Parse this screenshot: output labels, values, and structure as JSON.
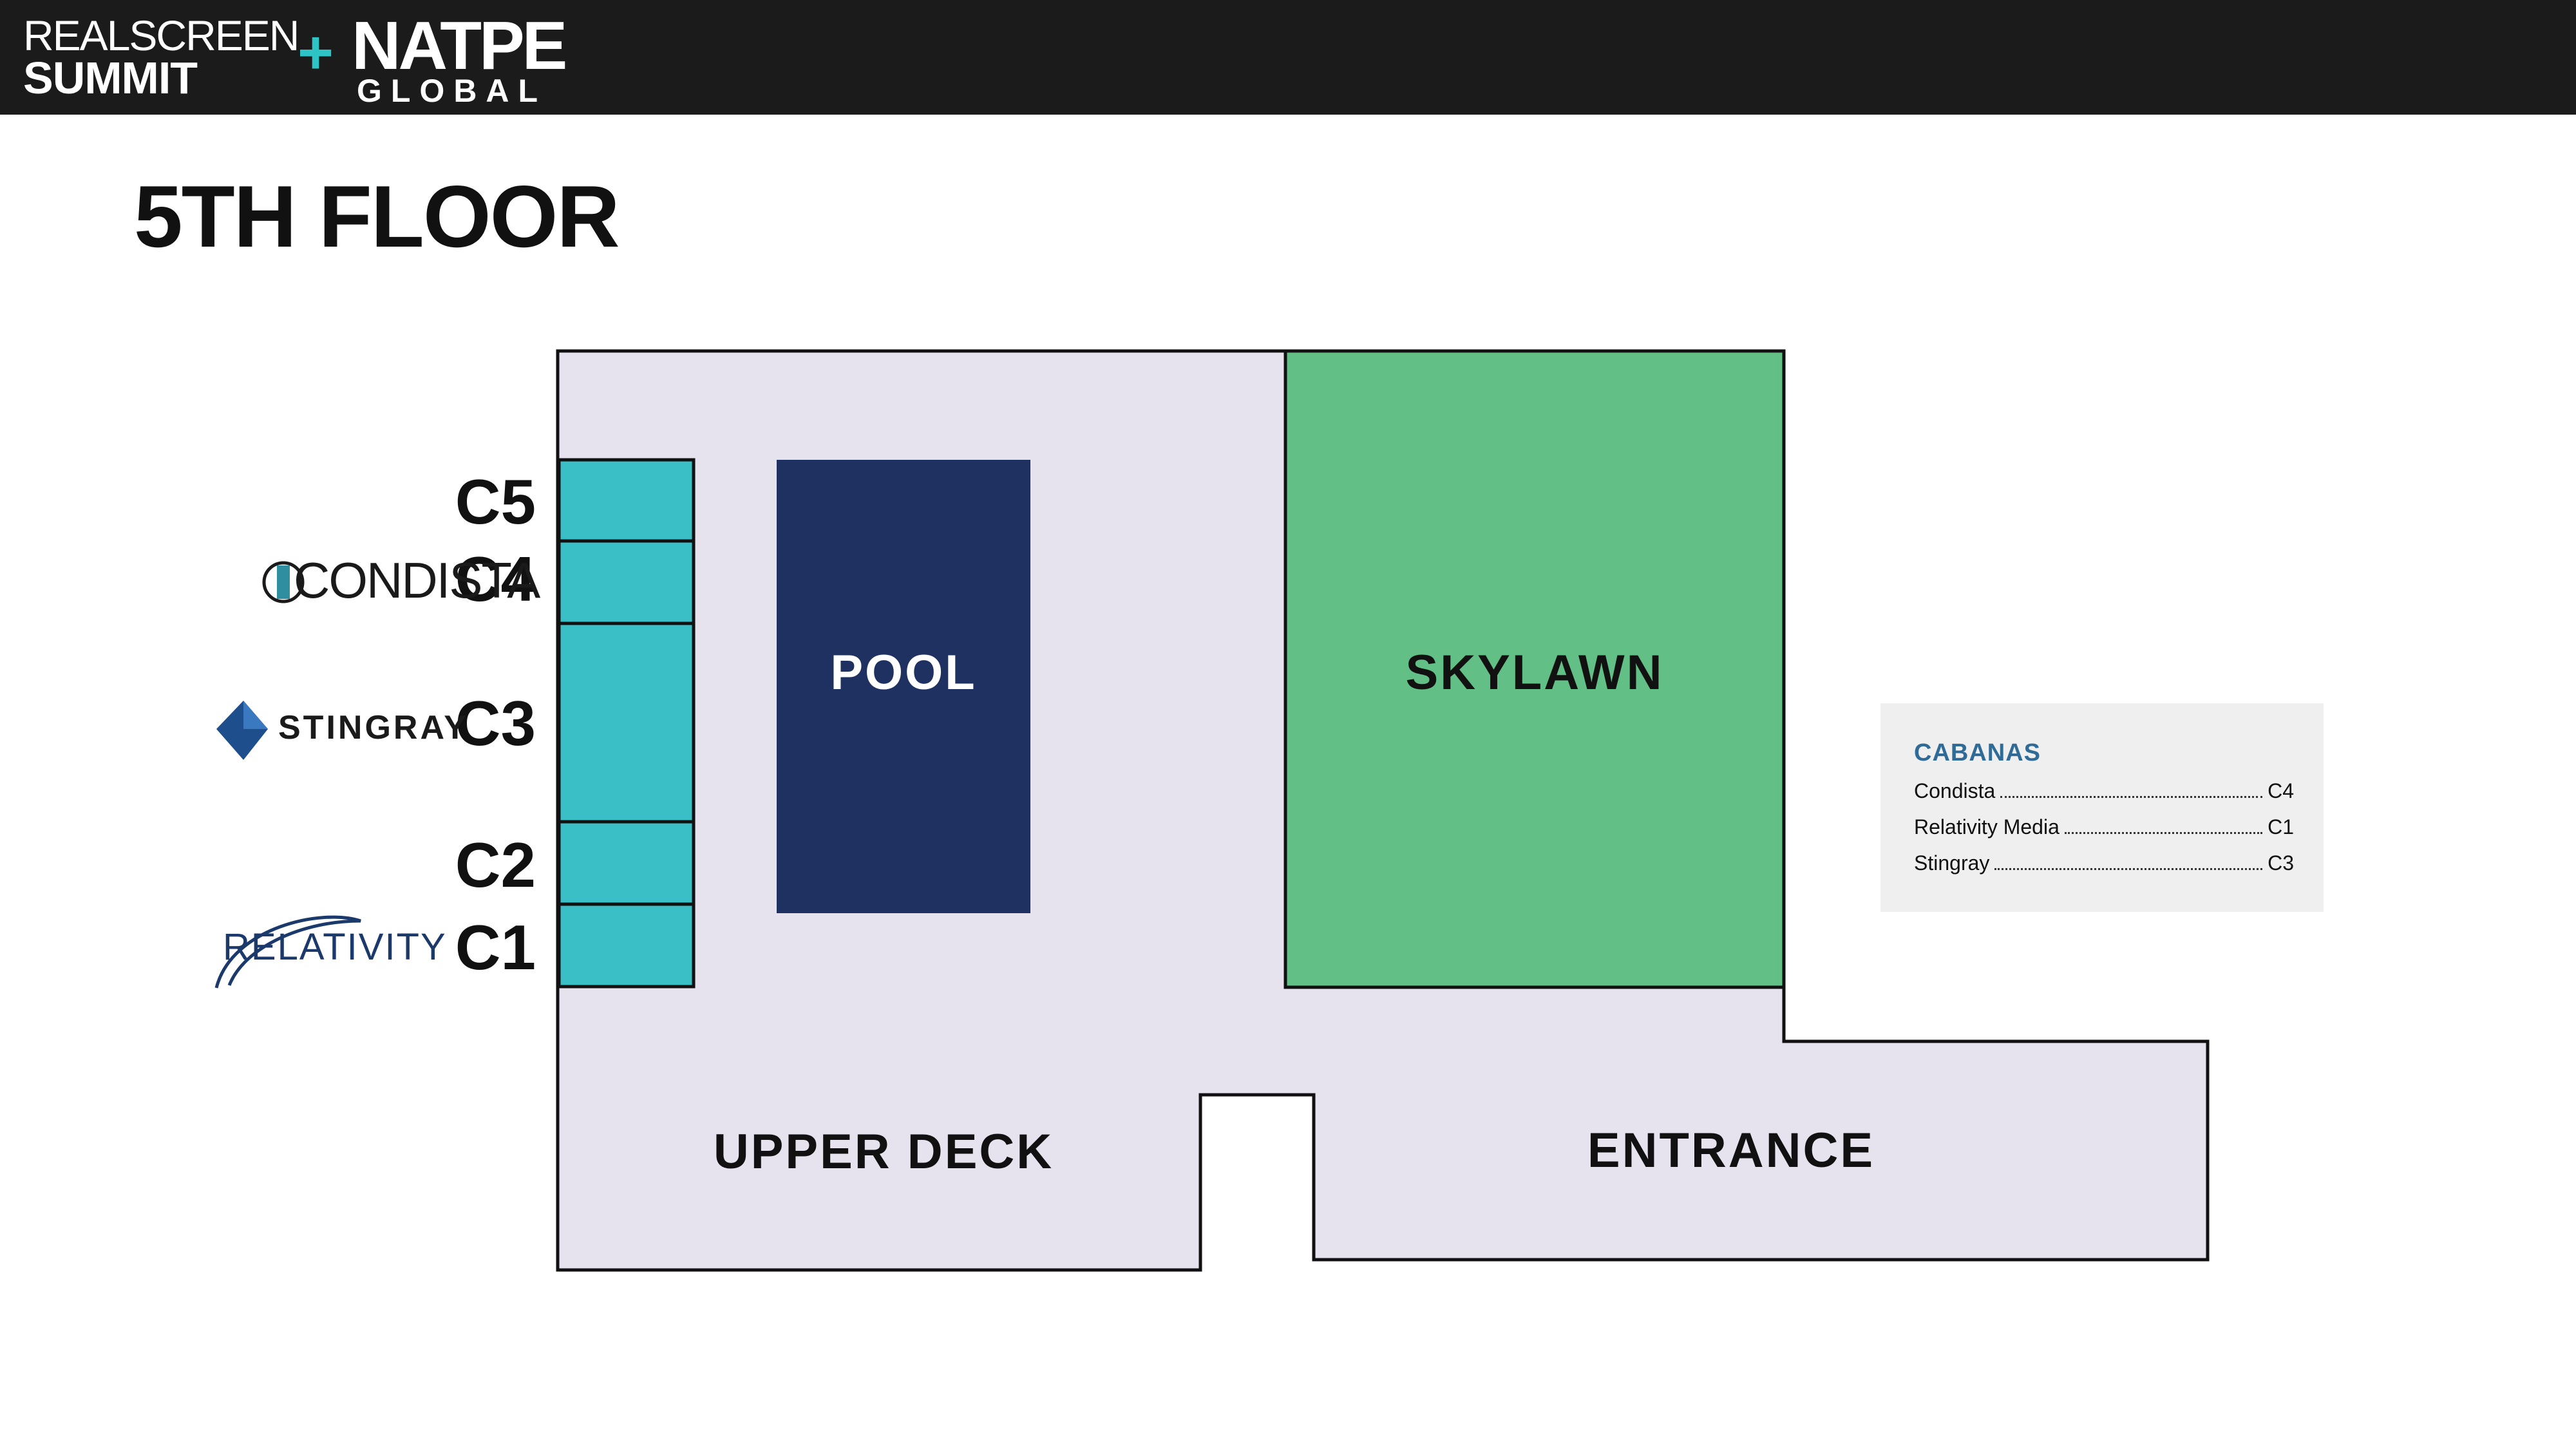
{
  "header": {
    "realscreen_line1": "REALSCREEN",
    "realscreen_line2": "SUMMIT",
    "plus": "+",
    "natpe_line1": "NATPE",
    "natpe_line2": "GLOBAL"
  },
  "page_title": "5TH FLOOR",
  "rooms": {
    "pool": "POOL",
    "skylawn": "SKYLAWN",
    "upper_deck": "UPPER DECK",
    "entrance": "ENTRANCE"
  },
  "cabanas": {
    "c5": "C5",
    "c4": "C4",
    "c3": "C3",
    "c2": "C2",
    "c1": "C1"
  },
  "sponsors": {
    "condista": "CONDISTA",
    "stingray": "STINGRAY",
    "relativity": "RELATIVITY"
  },
  "legend": {
    "title": "CABANAS",
    "items": [
      {
        "name": "Condista",
        "cabana": "C4"
      },
      {
        "name": "Relativity Media",
        "cabana": "C1"
      },
      {
        "name": "Stingray",
        "cabana": "C3"
      }
    ]
  },
  "colors": {
    "header_bg": "#1b1b1b",
    "plus_accent": "#2ec4c6",
    "floor": "#e7e3ee",
    "pool": "#1f3160",
    "skylawn": "#62bf86",
    "cabana": "#3bbfc6",
    "legend_title": "#2f6b96"
  }
}
